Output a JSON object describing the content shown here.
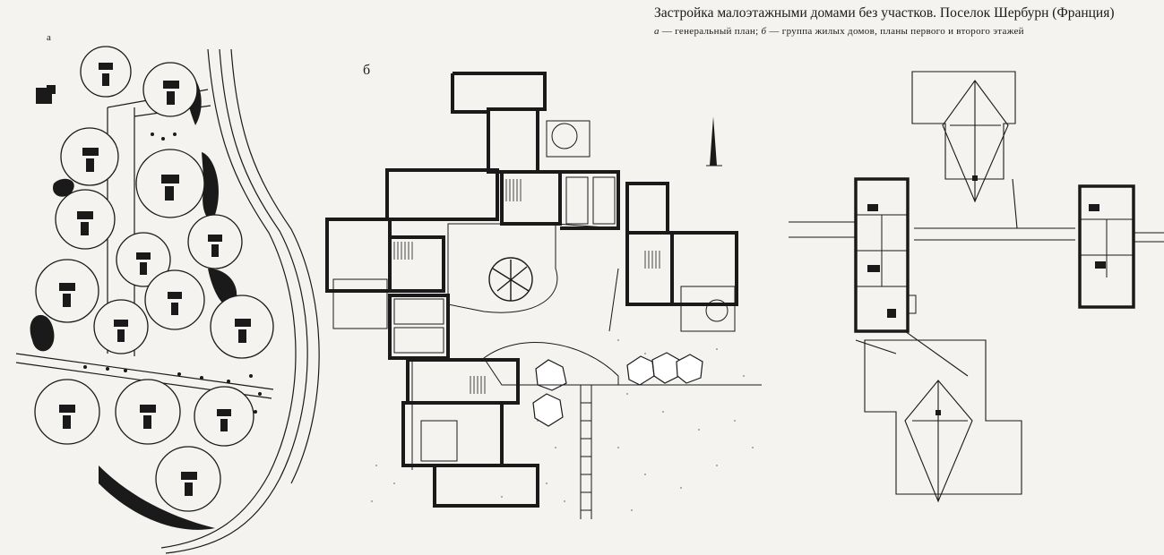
{
  "caption": {
    "title": "Застройка малоэтажными домами без участков. Поселок Шербурн (Франция)",
    "legend_a_key": "а",
    "legend_a_text": "— генеральный план;",
    "legend_b_key": "б",
    "legend_b_text": "— группа жилых домов, планы первого и второго этажей"
  },
  "labels": {
    "panel_a": "а",
    "panel_b": "б"
  },
  "colors": {
    "paper": "#f4f3ef",
    "ink": "#1a1a1a"
  }
}
